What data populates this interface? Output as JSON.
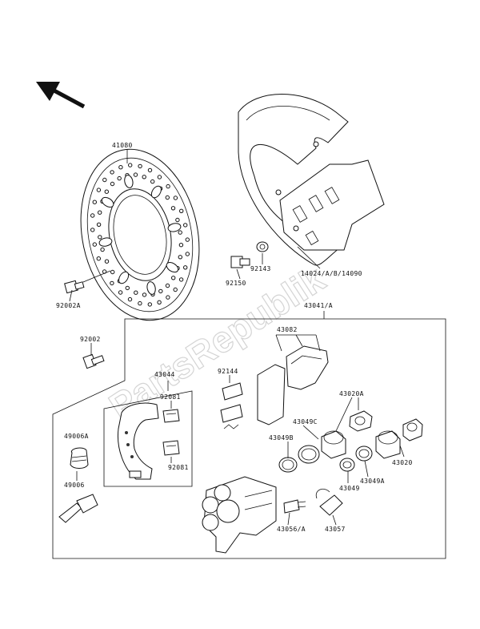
{
  "watermark": "PartsRepublik",
  "labels": {
    "disc": "41080",
    "disc_bolt": "92002A",
    "cover": "14024/A/B/14090",
    "bolt_92150": "92150",
    "washer_92143": "92143",
    "caliper_assy": "43041/A",
    "bolt_92002": "92002",
    "pads": "43082",
    "holder": "43044",
    "spring_92144": "92144",
    "clip_92081_a": "92081",
    "clip_92081_b": "92081",
    "dust_cover_43020A": "43020A",
    "seal_43049C": "43049C",
    "boot_49006A": "49006A",
    "seal_43049B": "43049B",
    "piston_43020": "43020",
    "seal_43049": "43049",
    "seal_43049A": "43049A",
    "pin_49006": "49006",
    "bleeder_43056": "43056/A",
    "cap_43057": "43057"
  },
  "arrow": {
    "icon": "direction-arrow-icon"
  }
}
